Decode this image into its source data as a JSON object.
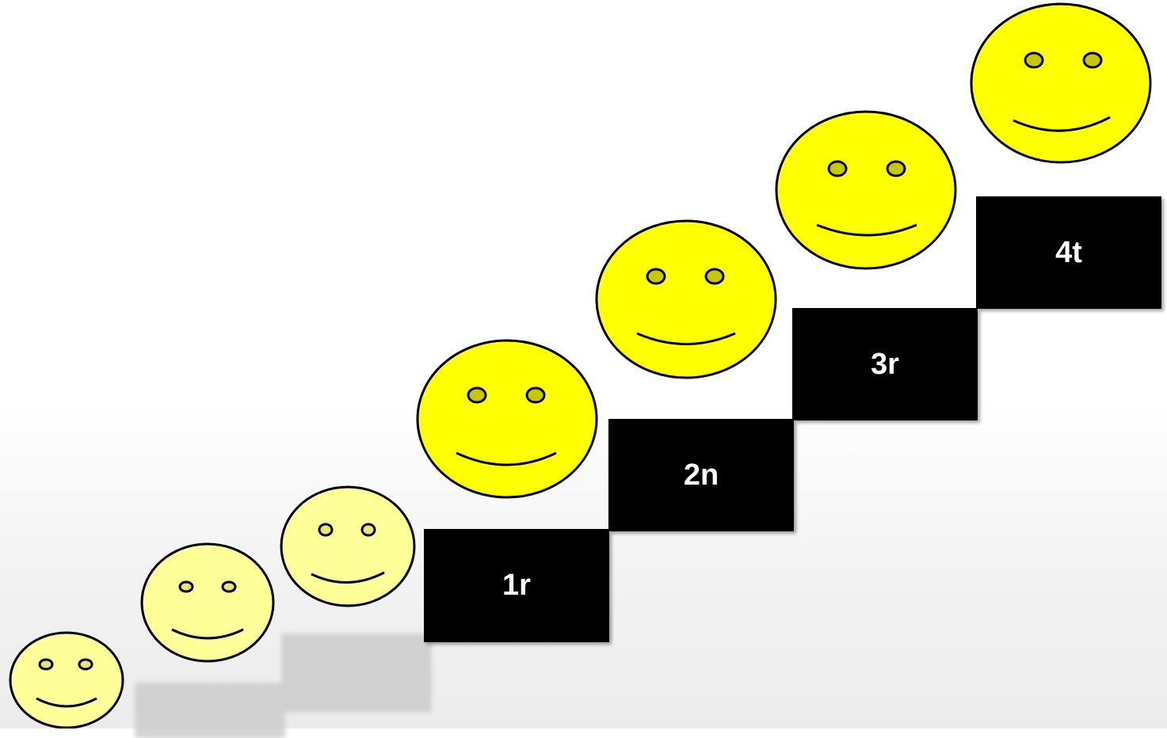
{
  "steps": [
    {
      "label": "1r"
    },
    {
      "label": "2n"
    },
    {
      "label": "3r"
    },
    {
      "label": "4t"
    }
  ],
  "colors": {
    "face_bright": "#ffff00",
    "face_pale": "#ffff99",
    "eye_bright": "#c8c800",
    "eye_pale": "#e6e67a",
    "step": "#000000",
    "step_text": "#ffffff",
    "faded_step": "#cccccc"
  },
  "icons": {
    "face": "smiley-face-icon"
  }
}
